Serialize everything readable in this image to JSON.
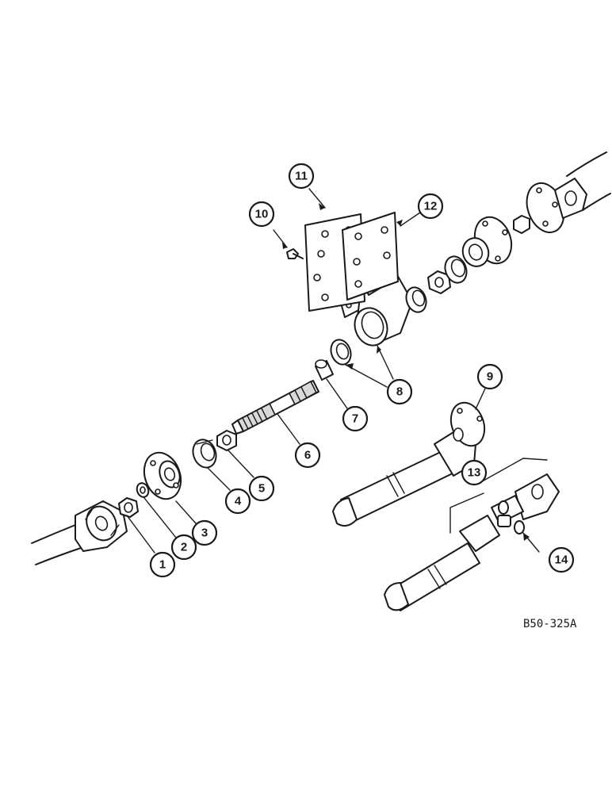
{
  "callouts": [
    {
      "id": "1",
      "label": "1"
    },
    {
      "id": "2",
      "label": "2"
    },
    {
      "id": "3",
      "label": "3"
    },
    {
      "id": "4",
      "label": "4"
    },
    {
      "id": "5",
      "label": "5"
    },
    {
      "id": "6",
      "label": "6"
    },
    {
      "id": "7",
      "label": "7"
    },
    {
      "id": "8",
      "label": "8"
    },
    {
      "id": "9",
      "label": "9"
    },
    {
      "id": "10",
      "label": "10"
    },
    {
      "id": "11",
      "label": "11"
    },
    {
      "id": "12",
      "label": "12"
    },
    {
      "id": "13",
      "label": "13"
    },
    {
      "id": "14",
      "label": "14"
    }
  ],
  "reference_code": "B50-325A"
}
